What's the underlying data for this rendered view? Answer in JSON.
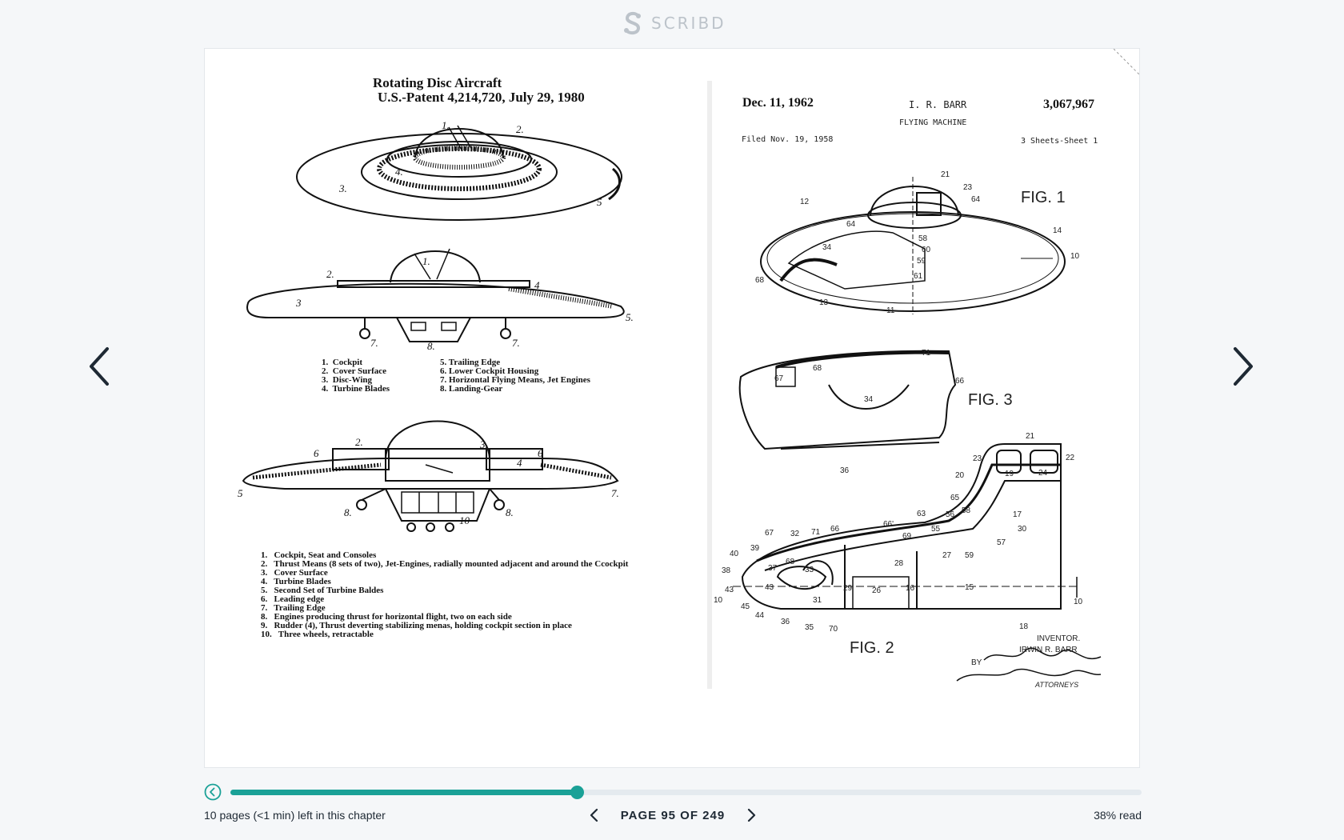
{
  "brand": {
    "name": "SCRIBD",
    "accent": "#1aa197"
  },
  "document": {
    "left_title_1": "Rotating Disc Aircraft",
    "left_title_2": "U.S.-Patent 4,214,720, July 29, 1980",
    "legend_a": [
      "1.  Cockpit",
      "2.  Cover Surface",
      "3.  Disc-Wing",
      "4.  Turbine Blades"
    ],
    "legend_b": [
      "5. Trailing Edge",
      "6. Lower Cockpit Housing",
      "7. Horizontal Flying Means, Jet Engines",
      "8. Landing-Gear"
    ],
    "legend_c": [
      "1.   Cockpit, Seat and Consoles",
      "2.   Thrust Means (8 sets of two), Jet-Engines, radially mounted adjacent and around the Ccockpit",
      "3.   Cover Surface",
      "4.   Turbine Blades",
      "5.   Second Set of Turbine Baldes",
      "6.   Leading edge",
      "7.   Trailing Edge",
      "8.   Engines producing thrust for horizontal flight, two on each side",
      "9.   Rudder (4), Thrust deverting stabilizing menas, holding cockpit section in place",
      "10.   Three wheels, retractable"
    ],
    "right_date": "Dec. 11, 1962",
    "right_inventor_name": "I. R. BARR",
    "right_patent_no": "3,067,967",
    "right_subject": "FLYING MACHINE",
    "right_filed": "Filed Nov. 19, 1958",
    "right_sheets": "3 Sheets-Sheet 1",
    "fig1": "FIG. 1",
    "fig2": "FIG. 2",
    "fig3": "FIG. 3",
    "inventor_label": "INVENTOR.",
    "inventor_name": "IRWIN R. BARR",
    "attorneys_label": "ATTORNEYS"
  },
  "reader": {
    "progress_fraction": 0.38,
    "chapter_remaining": "10 pages (<1 min) left in this chapter",
    "page_label": "PAGE 95 OF 249",
    "percent_read": "38% read"
  }
}
